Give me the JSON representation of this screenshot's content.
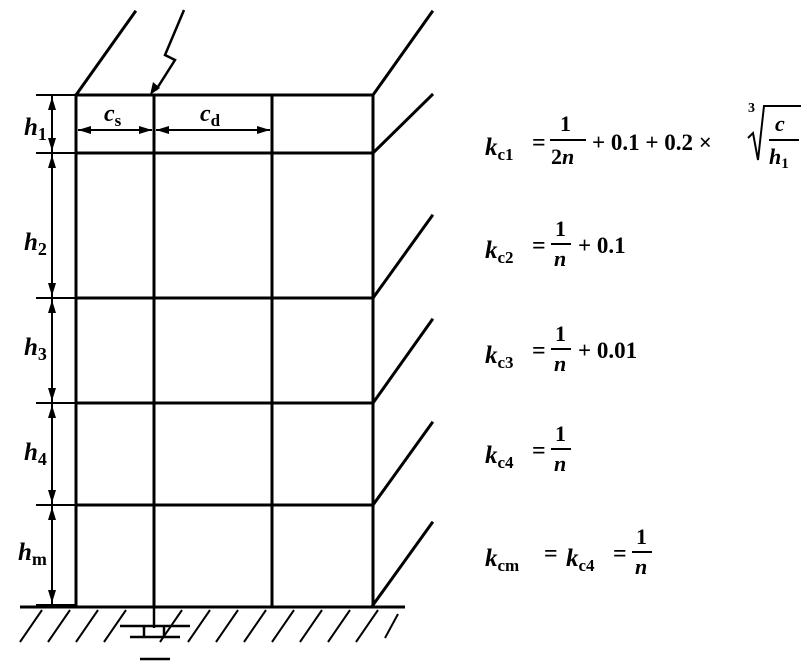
{
  "labels": {
    "h1": {
      "main": "h",
      "sub": "1"
    },
    "h2": {
      "main": "h",
      "sub": "2"
    },
    "h3": {
      "main": "h",
      "sub": "3"
    },
    "h4": {
      "main": "h",
      "sub": "4"
    },
    "hm": {
      "main": "h",
      "sub": "m"
    },
    "cs": {
      "main": "c",
      "sub": "s"
    },
    "cd": {
      "main": "c",
      "sub": "d"
    }
  },
  "formulas": {
    "kc1": {
      "k": "k",
      "sub": "c1",
      "eq": "=",
      "frac_num": "1",
      "frac_den_num": "2",
      "frac_den_var": "n",
      "plus1": "+ 0.1 + 0.2 ×",
      "root_index": "3",
      "root_num": "c",
      "root_den_var": "h",
      "root_den_sub": "1"
    },
    "kc2": {
      "k": "k",
      "sub": "c2",
      "eq": "=",
      "frac_num": "1",
      "frac_den": "n",
      "rest": "+ 0.1"
    },
    "kc3": {
      "k": "k",
      "sub": "c3",
      "eq": "=",
      "frac_num": "1",
      "frac_den": "n",
      "rest": "+ 0.01"
    },
    "kc4": {
      "k": "k",
      "sub": "c4",
      "eq": "=",
      "frac_num": "1",
      "frac_den": "n"
    },
    "kcm": {
      "k": "k",
      "sub": "cm",
      "eq": "=",
      "k2": "k",
      "sub2": "c4",
      "eq2": "=",
      "frac_num": "1",
      "frac_den": "n"
    }
  }
}
